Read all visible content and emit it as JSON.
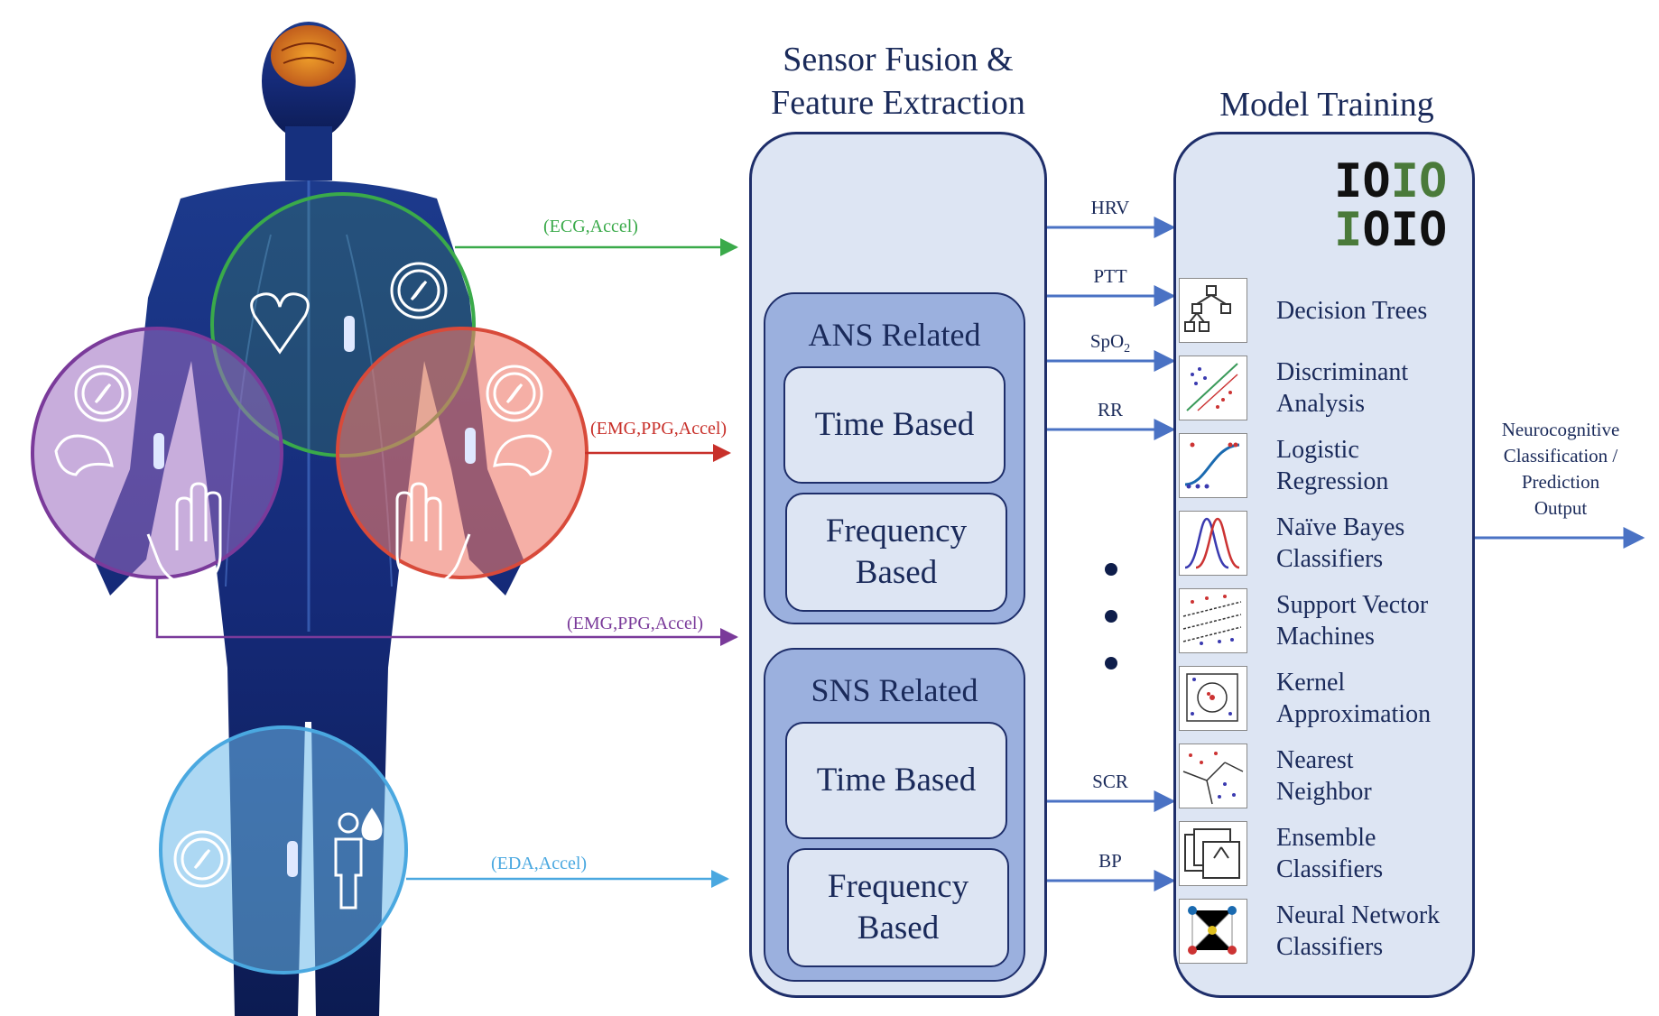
{
  "titles": {
    "fusion_line1": "Sensor Fusion &",
    "fusion_line2": "Feature Extraction",
    "training": "Model Training"
  },
  "body_flows": [
    {
      "label": "(ECG,Accel)",
      "color": "#3aaa4a"
    },
    {
      "label": "(EMG,PPG,Accel)",
      "color": "#c8302a"
    },
    {
      "label": "(EMG,PPG,Accel)",
      "color": "#7a3a9a"
    },
    {
      "label": "(EDA,Accel)",
      "color": "#4aa8e0"
    }
  ],
  "groups": [
    {
      "title": "ANS Related",
      "items": [
        "Time Based",
        "Frequency\nBased"
      ]
    },
    {
      "title": "SNS Related",
      "items": [
        "Time Based",
        "Frequency\nBased"
      ]
    }
  ],
  "signals": [
    "HRV",
    "PTT",
    "SpO",
    "RR",
    "SCR",
    "BP"
  ],
  "spo2_subscript": "2",
  "binary": {
    "row1": "IOIO",
    "row2": "IOIO"
  },
  "models": [
    {
      "label": "Decision Trees",
      "icon": "decision-tree-icon"
    },
    {
      "label": "Discriminant\nAnalysis",
      "icon": "discriminant-scatter-icon"
    },
    {
      "label": "Logistic\nRegression",
      "icon": "sigmoid-curve-icon"
    },
    {
      "label": "Naïve Bayes\nClassifiers",
      "icon": "bell-curves-icon"
    },
    {
      "label": "Support Vector\nMachines",
      "icon": "svm-margin-icon"
    },
    {
      "label": "Kernel\nApproximation",
      "icon": "kernel-circle-icon"
    },
    {
      "label": "Nearest\nNeighbor",
      "icon": "neighbor-voronoi-icon"
    },
    {
      "label": "Ensemble\nClassifiers",
      "icon": "stacked-trees-icon"
    },
    {
      "label": "Neural Network\nClassifiers",
      "icon": "neural-network-icon"
    }
  ],
  "output": "Neurocognitive\nClassification /\nPrediction\nOutput",
  "colors": {
    "navy": "#1e2e6a",
    "arrow_blue": "#4a72c4",
    "panel_fill": "#dde5f3",
    "group_fill": "#9bb0de"
  }
}
